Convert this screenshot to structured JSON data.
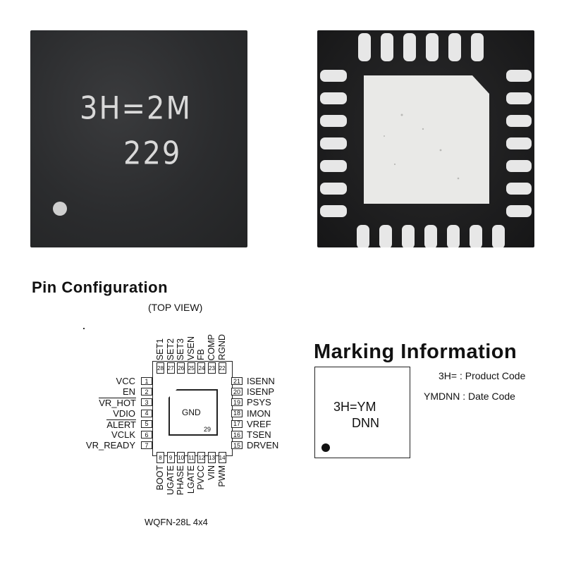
{
  "photos": {
    "top_marking": {
      "line1": "3H=2M",
      "line2": "229"
    }
  },
  "pin_config": {
    "title": "Pin Configuration",
    "view": "(TOP VIEW)",
    "pad_label": "GND",
    "pad_number": "29",
    "package": "WQFN-28L 4x4",
    "pins_left": [
      {
        "num": "1",
        "name": "VCC",
        "overline": false
      },
      {
        "num": "2",
        "name": "EN",
        "overline": false
      },
      {
        "num": "3",
        "name": "VR_HOT",
        "overline": true
      },
      {
        "num": "4",
        "name": "VDIO",
        "overline": false
      },
      {
        "num": "5",
        "name": "ALERT",
        "overline": true
      },
      {
        "num": "6",
        "name": "VCLK",
        "overline": false
      },
      {
        "num": "7",
        "name": "VR_READY",
        "overline": false
      }
    ],
    "pins_bottom": [
      {
        "num": "8",
        "name": "BOOT"
      },
      {
        "num": "9",
        "name": "UGATE"
      },
      {
        "num": "10",
        "name": "PHASE"
      },
      {
        "num": "11",
        "name": "LGATE"
      },
      {
        "num": "12",
        "name": "PVCC"
      },
      {
        "num": "13",
        "name": "VIN"
      },
      {
        "num": "14",
        "name": "PWM"
      }
    ],
    "pins_right": [
      {
        "num": "21",
        "name": "ISENN"
      },
      {
        "num": "20",
        "name": "ISENP"
      },
      {
        "num": "19",
        "name": "PSYS"
      },
      {
        "num": "18",
        "name": "IMON"
      },
      {
        "num": "17",
        "name": "VREF"
      },
      {
        "num": "16",
        "name": "TSEN"
      },
      {
        "num": "15",
        "name": "DRVEN"
      }
    ],
    "pins_top": [
      {
        "num": "28",
        "name": "SET1"
      },
      {
        "num": "27",
        "name": "SET2"
      },
      {
        "num": "26",
        "name": "SET3"
      },
      {
        "num": "25",
        "name": "VSEN"
      },
      {
        "num": "24",
        "name": "FB"
      },
      {
        "num": "23",
        "name": "COMP"
      },
      {
        "num": "22",
        "name": "RGND"
      }
    ]
  },
  "marking": {
    "title": "Marking Information",
    "box_line1": "3H=YM",
    "box_line2": "DNN",
    "legend": [
      {
        "code": "3H=",
        "desc": ": Product Code"
      },
      {
        "code": "YMDNN",
        "desc": ": Date Code"
      }
    ]
  },
  "colors": {
    "chip_top": "#2b2c2e",
    "chip_bottom": "#1c1c1d",
    "pad": "#e7e7e7",
    "marking_text": "#d9d9d9"
  }
}
